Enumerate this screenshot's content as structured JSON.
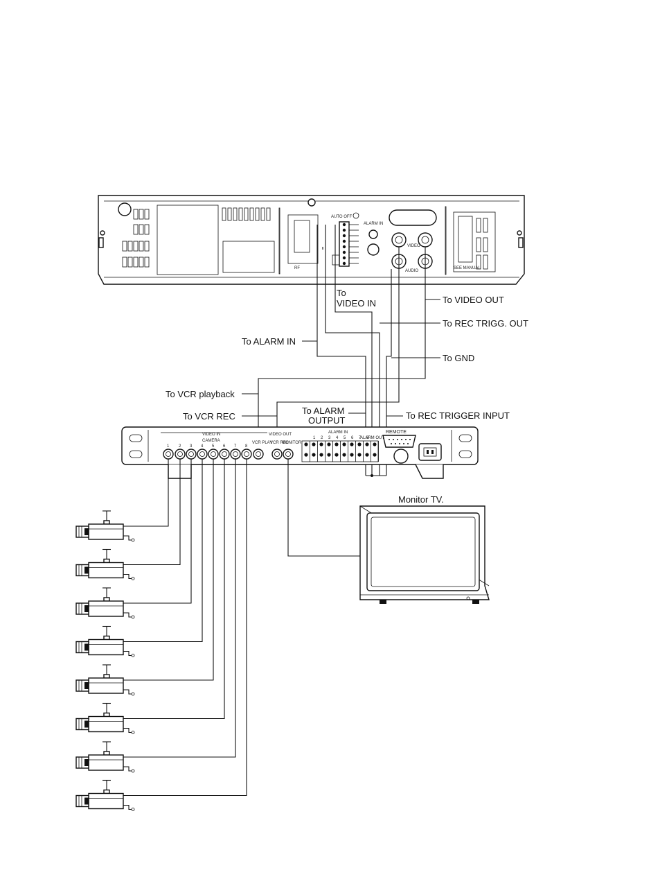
{
  "labels": {
    "to_video_in": [
      "To",
      "VIDEO IN"
    ],
    "to_video_out": "To VIDEO OUT",
    "to_rec_trigg_out": "To REC TRIGG. OUT",
    "to_alarm_in": "To ALARM IN",
    "to_gnd": "To GND",
    "to_vcr_playback": "To VCR playback",
    "to_vcr_rec": "To VCR REC",
    "to_alarm_output": [
      "To ALARM",
      "OUTPUT"
    ],
    "to_rec_trigger_input": "To REC TRIGGER INPUT",
    "monitor_tv": "Monitor TV."
  },
  "vcr_panel": {
    "alarm_label": "ALARM IN",
    "audio_label": "AUDIO",
    "auto_label": "AUTO OFF",
    "video_label": "VIDEO",
    "serial_label": "SEE MANUAL"
  },
  "multiplexer": {
    "video_in": "VIDEO IN",
    "camera": "CAMERA",
    "video_out": "VIDEO OUT",
    "alarm_in": "ALARM IN",
    "remote": "REMOTE",
    "vcr_play": "VCR PLAY",
    "vcr_rec": "VCR REC",
    "monitor": "MONITOR",
    "alarm_out": "ALARM OUT",
    "camera_numbers": [
      "1",
      "2",
      "3",
      "4",
      "5",
      "6",
      "7",
      "8"
    ],
    "alarm_numbers": [
      "1",
      "2",
      "3",
      "4",
      "5",
      "6",
      "7",
      "8"
    ]
  },
  "camera_count": 8
}
